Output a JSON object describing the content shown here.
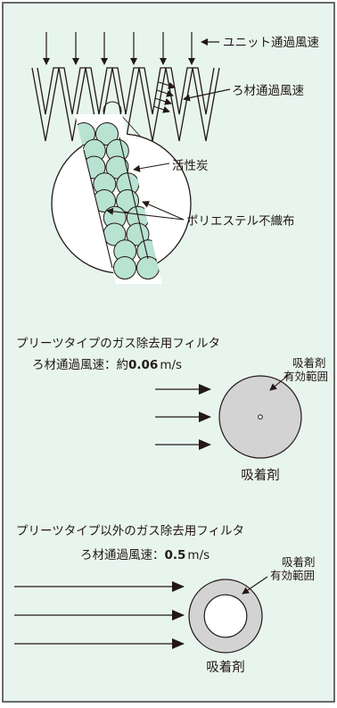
{
  "colors": {
    "background": "#e8f5ef",
    "border": "#3a3a3a",
    "ink": "#231815",
    "carbon_particle": "#b8e2d2",
    "adsorbent": "#d3d3d3"
  },
  "pleat_diagram": {
    "unit_velocity_label": "ユニット通過風速",
    "media_velocity_label": "ろ材通過風速",
    "activated_carbon_label": "活性炭",
    "polyester_nonwoven_label": "ポリエステル不織布"
  },
  "pleated_filter": {
    "title": "プリーツタイプのガス除去用フィルタ",
    "velocity_prefix": "ろ材通過風速：約",
    "velocity_value": "0.06",
    "velocity_unit": "m/s",
    "callout_line1": "吸着剤",
    "callout_line2": "有効範囲",
    "adsorbent_label": "吸着剤",
    "depleted_fraction": 0.05
  },
  "other_filter": {
    "title": "プリーツタイプ以外のガス除去用フィルタ",
    "velocity_prefix": "ろ材通過風速：",
    "velocity_value": "0.5",
    "velocity_unit": "m/s",
    "callout_line1": "吸着剤",
    "callout_line2": "有効範囲",
    "adsorbent_label": "吸着剤",
    "depleted_fraction": 0.58
  }
}
